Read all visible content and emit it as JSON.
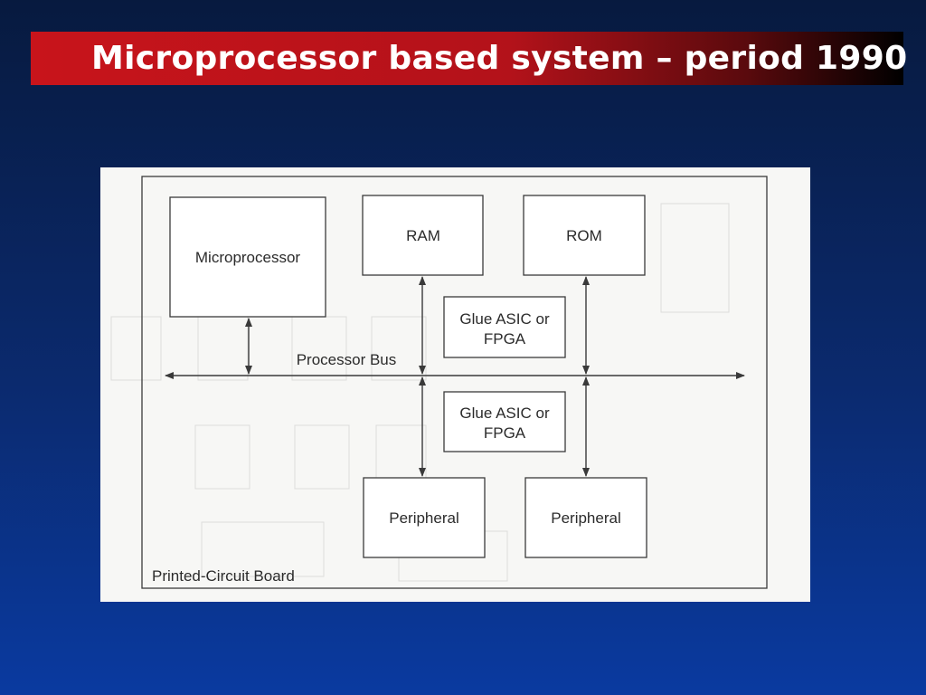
{
  "slide": {
    "title": "Microprocessor based system – period 1990"
  },
  "diagram": {
    "board_label": "Printed-Circuit Board",
    "bus_label": "Processor Bus",
    "microprocessor": "Microprocessor",
    "ram": "RAM",
    "rom": "ROM",
    "glue_top_line1": "Glue ASIC or",
    "glue_top_line2": "FPGA",
    "glue_bottom_line1": "Glue ASIC or",
    "glue_bottom_line2": "FPGA",
    "peripheral_left": "Peripheral",
    "peripheral_right": "Peripheral"
  },
  "colors": {
    "title_bar_red": "#c8141b",
    "background_navy": "#0b2a6e",
    "line_gray": "#3a3a3a"
  }
}
